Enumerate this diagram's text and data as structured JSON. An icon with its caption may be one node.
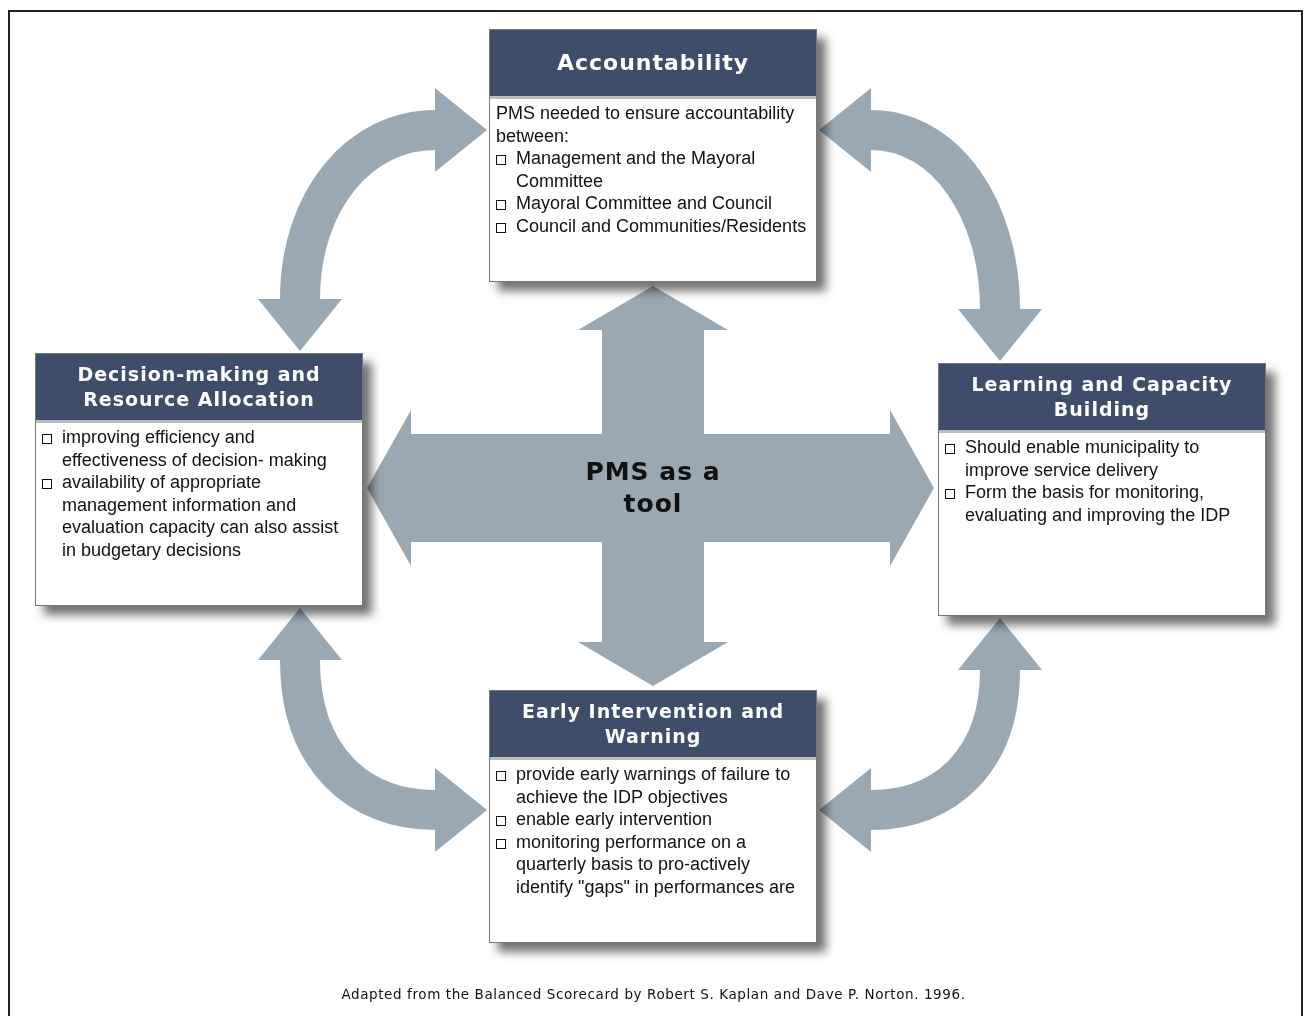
{
  "diagram": {
    "caption": "Adapted from the Balanced Scorecard by Robert S. Kaplan and Dave P. Norton. 1996.",
    "nodes": [
      {
        "text": [
          "Accountability",
          "PMS needed to ensure accountability between:",
          "Management and the Mayoral Committee",
          "Mayoral Committee and Council",
          "Council and Communities/Residents"
        ]
      },
      {
        "text": [
          "Decision-making and Resource Allocation",
          "improving efficiency and effectiveness of decision- making",
          "availability of appropriate management information and evaluation capacity can also assist in budgetary decisions"
        ]
      },
      {
        "text": [
          "PMS as a tool"
        ]
      },
      {
        "text": [
          "Learning and Capacity Building",
          "Should enable municipality to improve service delivery",
          "Form the basis for monitoring, evaluating and improving the IDP"
        ]
      },
      {
        "text": [
          "Early Intervention and Warning",
          "provide early warnings of failure to achieve the IDP objectives",
          "enable early intervention",
          "monitoring performance on a quarterly basis  to pro-actively identify \"gaps\" in performances are"
        ]
      }
    ],
    "edges": [
      {
        "from": 2,
        "to": 0,
        "arrow": "to"
      },
      {
        "from": 2,
        "to": 1,
        "arrow": "to"
      },
      {
        "from": 2,
        "to": 3,
        "arrow": "to"
      },
      {
        "from": 2,
        "to": 4,
        "arrow": "to"
      },
      {
        "from": 0,
        "to": 3,
        "arrow": "both"
      },
      {
        "from": 3,
        "to": 4,
        "arrow": "both"
      },
      {
        "from": 4,
        "to": 1,
        "arrow": "both"
      },
      {
        "from": 1,
        "to": 0,
        "arrow": "both"
      }
    ]
  }
}
